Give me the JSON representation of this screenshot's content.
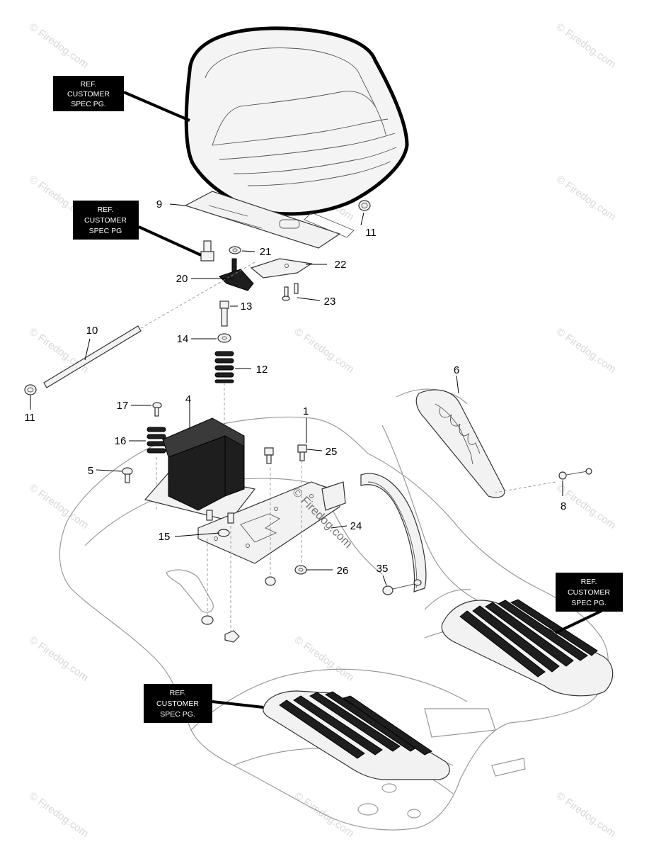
{
  "watermark": {
    "text": "© Firedog.com"
  },
  "brand_overlay": {
    "text": "© Firedog.com"
  },
  "ref_boxes": [
    {
      "id": "ref-seat",
      "lines": [
        "REF.",
        "CUSTOMER",
        "SPEC PG."
      ]
    },
    {
      "id": "ref-bracket",
      "lines": [
        "REF.",
        "CUSTOMER",
        "SPEC PG"
      ]
    },
    {
      "id": "ref-right-mat",
      "lines": [
        "REF.",
        "CUSTOMER",
        "SPEC PG."
      ]
    },
    {
      "id": "ref-left-mat",
      "lines": [
        "REF.",
        "CUSTOMER",
        "SPEC PG."
      ]
    }
  ],
  "callouts": [
    "1",
    "4",
    "5",
    "6",
    "8",
    "9",
    "10",
    "11",
    "11",
    "12",
    "13",
    "14",
    "15",
    "16",
    "17",
    "20",
    "21",
    "22",
    "23",
    "24",
    "25",
    "26",
    "35"
  ],
  "colors": {
    "ink": "#000000",
    "part_fill": "#f2f2f2",
    "dark_part": "#1e1e1e",
    "watermark": "#d9d9d9"
  }
}
